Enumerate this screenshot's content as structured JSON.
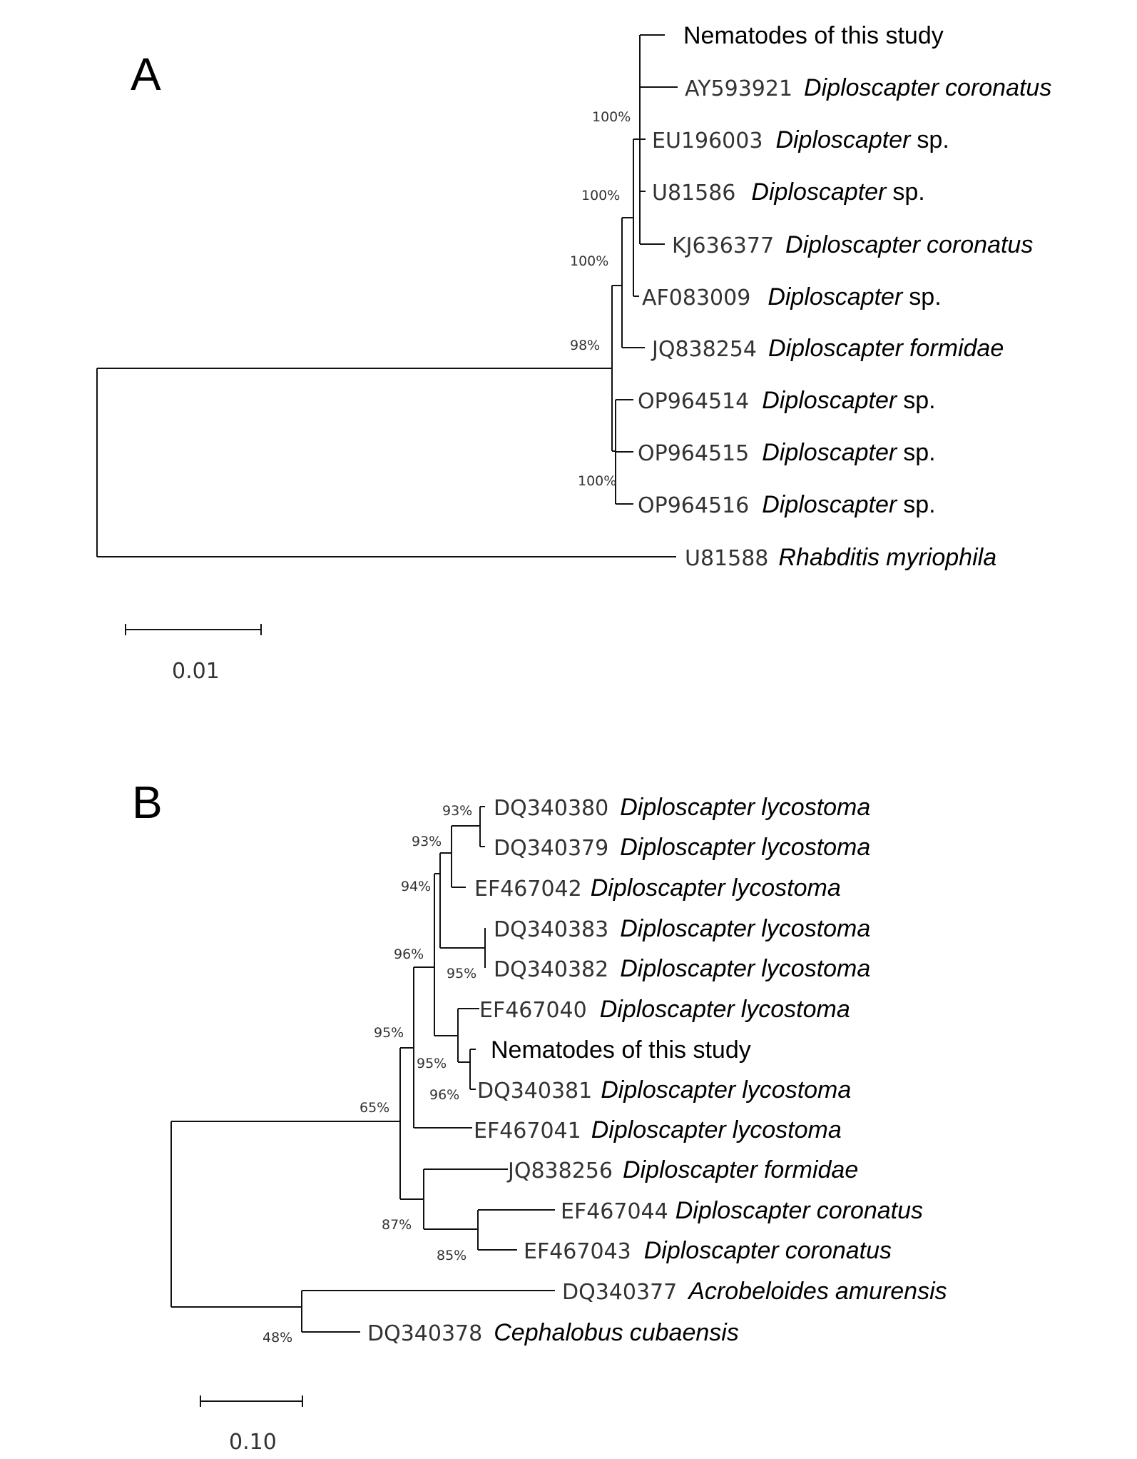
{
  "panelA": {
    "label": "A",
    "scale_label": "0.01",
    "taxa": [
      {
        "plain": "Nematodes of this study"
      },
      {
        "acc": "AY593921",
        "genus": "Diploscapter",
        "epithet": "coronatus"
      },
      {
        "acc": "EU196003",
        "genus": "Diploscapter",
        "suffix": "sp."
      },
      {
        "acc": "U81586",
        "genus": "Diploscapter",
        "suffix": "sp."
      },
      {
        "acc": "KJ636377",
        "genus": "Diploscapter",
        "epithet": "coronatus"
      },
      {
        "acc": "AF083009",
        "genus": "Diploscapter",
        "suffix": "sp."
      },
      {
        "acc": "JQ838254",
        "genus": "Diploscapter",
        "epithet": "formidae"
      },
      {
        "acc": "OP964514",
        "genus": "Diploscapter",
        "suffix": "sp."
      },
      {
        "acc": "OP964515",
        "genus": "Diploscapter",
        "suffix": "sp."
      },
      {
        "acc": "OP964516",
        "genus": "Diploscapter",
        "suffix": "sp."
      },
      {
        "acc": "U81588",
        "genus": "Rhabditis",
        "epithet": "myriophila"
      }
    ],
    "bootstrap": [
      "100%",
      "100%",
      "100%",
      "98%",
      "100%"
    ]
  },
  "panelB": {
    "label": "B",
    "scale_label": "0.10",
    "taxa": [
      {
        "acc": "DQ340380",
        "genus": "Diploscapter",
        "epithet": "lycostoma"
      },
      {
        "acc": "DQ340379",
        "genus": "Diploscapter",
        "epithet": "lycostoma"
      },
      {
        "acc": "EF467042",
        "genus": "Diploscapter",
        "epithet": "lycostoma"
      },
      {
        "acc": "DQ340383",
        "genus": "Diploscapter",
        "epithet": "lycostoma"
      },
      {
        "acc": "DQ340382",
        "genus": "Diploscapter",
        "epithet": "lycostoma"
      },
      {
        "acc": "EF467040",
        "genus": "Diploscapter",
        "epithet": "lycostoma"
      },
      {
        "plain": "Nematodes of this study"
      },
      {
        "acc": "DQ340381",
        "genus": "Diploscapter",
        "epithet": "lycostoma"
      },
      {
        "acc": "EF467041",
        "genus": "Diploscapter",
        "epithet": "lycostoma"
      },
      {
        "acc": "JQ838256",
        "genus": "Diploscapter",
        "epithet": "formidae"
      },
      {
        "acc": "EF467044",
        "genus": "Diploscapter",
        "epithet": "coronatus"
      },
      {
        "acc": "EF467043",
        "genus": "Diploscapter",
        "epithet": "coronatus"
      },
      {
        "acc": "DQ340377",
        "genus": "Acrobeloides",
        "epithet": "amurensis"
      },
      {
        "acc": "DQ340378",
        "genus": "Cephalobus",
        "epithet": "cubaensis"
      }
    ],
    "bootstrap": [
      "93%",
      "93%",
      "94%",
      "96%",
      "95%",
      "95%",
      "95%",
      "96%",
      "65%",
      "87%",
      "85%",
      "48%"
    ]
  }
}
